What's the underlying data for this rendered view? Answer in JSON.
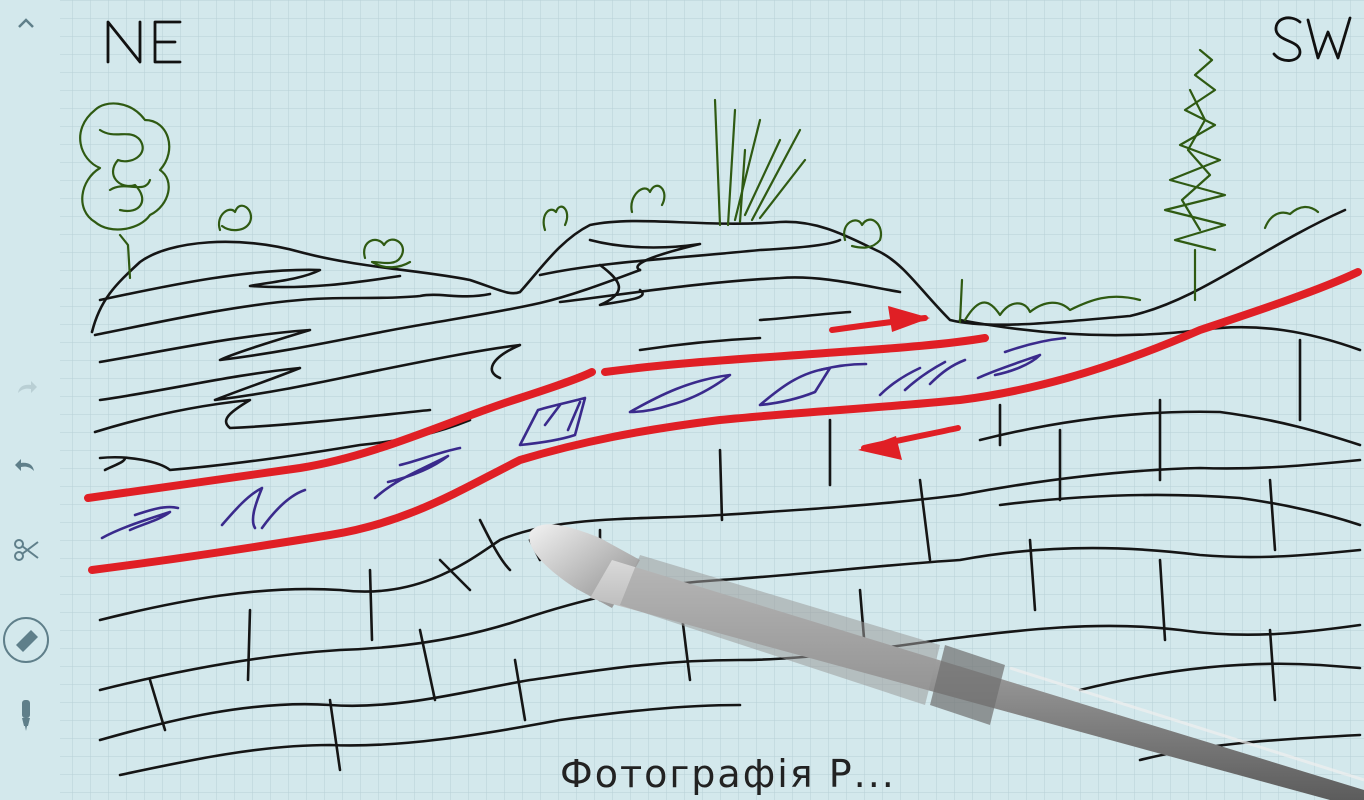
{
  "labels": {
    "left": "NE",
    "right": "SW"
  },
  "caption": "Фотографія Р...",
  "toolbar": {
    "items": [
      {
        "name": "collapse-toolbar-button",
        "icon": "chevron-up-icon"
      },
      {
        "name": "redo-button",
        "icon": "redo-icon"
      },
      {
        "name": "undo-button",
        "icon": "undo-icon"
      },
      {
        "name": "scissors-button",
        "icon": "scissors-icon"
      },
      {
        "name": "eraser-button",
        "icon": "eraser-icon"
      },
      {
        "name": "pen-tool-button",
        "icon": "pen-icon"
      }
    ]
  },
  "colors": {
    "grid": "#b9d2d7",
    "ink": "#151515",
    "fault": "#e01f25",
    "vein": "#3a2a8c",
    "plant": "#2f5a12",
    "paper": "#d3e8ec"
  }
}
